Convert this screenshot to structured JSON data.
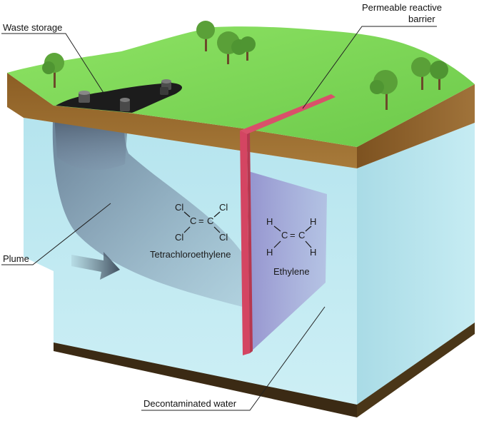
{
  "labels": {
    "waste_storage": "Waste storage",
    "permeable_barrier_line1": "Permeable reactive",
    "permeable_barrier_line2": "barrier",
    "plume": "Plume",
    "decontaminated_water": "Decontaminated water"
  },
  "molecules": {
    "tetrachloroethylene": {
      "name": "Tetrachloroethylene",
      "atom_left": "C",
      "atom_right": "C",
      "bond": "=",
      "substituents": [
        "Cl",
        "Cl",
        "Cl",
        "Cl"
      ]
    },
    "ethylene": {
      "name": "Ethylene",
      "atom_left": "C",
      "atom_right": "C",
      "bond": "=",
      "substituents": [
        "H",
        "H",
        "H",
        "H"
      ]
    }
  },
  "colors": {
    "grass": "#7ed957",
    "soil": "#9a6a2c",
    "soil_dark": "#5a3a12",
    "groundwater": "#bfe9f2",
    "plume": "#7a8fa8",
    "barrier": "#d9506a",
    "waste": "#1c1c1c",
    "bedrock": "#3b2a14"
  },
  "icons": {
    "flow_arrow": "arrow-right-icon",
    "barrel": "barrel-icon",
    "tree": "tree-icon"
  }
}
